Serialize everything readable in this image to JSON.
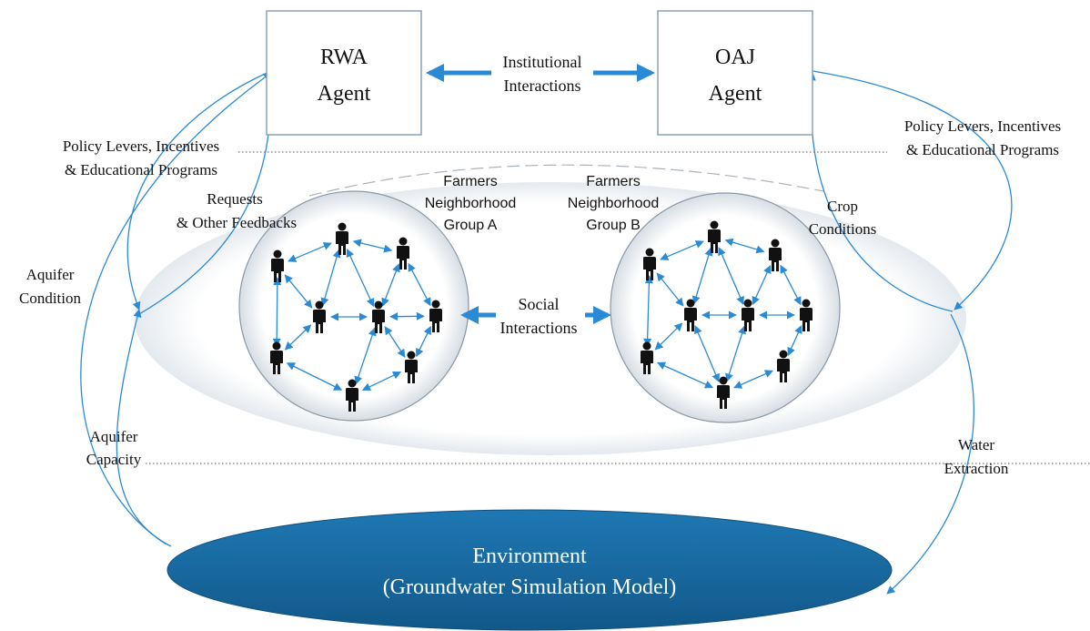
{
  "colors": {
    "arrow": "#2a8ad6",
    "box_border": "#8aa0b8",
    "environment_fill": "#17679c",
    "environment_text": "#ffffff",
    "text": "#111111",
    "dotted": "#555555",
    "person": "#111111"
  },
  "agents": {
    "rwa": {
      "line1": "RWA",
      "line2": "Agent"
    },
    "oaj": {
      "line1": "OAJ",
      "line2": "Agent"
    }
  },
  "institutional": {
    "line1": "Institutional",
    "line2": "Interactions"
  },
  "policy_left": {
    "line1": "Policy Levers, Incentives",
    "line2": "& Educational Programs"
  },
  "policy_right": {
    "line1": "Policy Levers, Incentives",
    "line2": "& Educational Programs"
  },
  "requests": {
    "line1": "Requests",
    "line2": "& Other Feedbacks"
  },
  "crop": {
    "line1": "Crop",
    "line2": "Conditions"
  },
  "group_a": {
    "line1": "Farmers",
    "line2": "Neighborhood",
    "line3": "Group A"
  },
  "group_b": {
    "line1": "Farmers",
    "line2": "Neighborhood",
    "line3": "Group B"
  },
  "social": {
    "line1": "Social",
    "line2": "Interactions"
  },
  "aquifer_condition": {
    "line1": "Aquifer",
    "line2": "Condition"
  },
  "aquifer_capacity": {
    "line1": "Aquifer",
    "line2": "Capacity"
  },
  "water_extraction": {
    "line1": "Water",
    "line2": "Extraction"
  },
  "environment": {
    "line1": "Environment",
    "line2": "(Groundwater Simulation Model)"
  },
  "icons": {
    "farmer": "person-icon",
    "arrow": "double-arrow-icon"
  }
}
